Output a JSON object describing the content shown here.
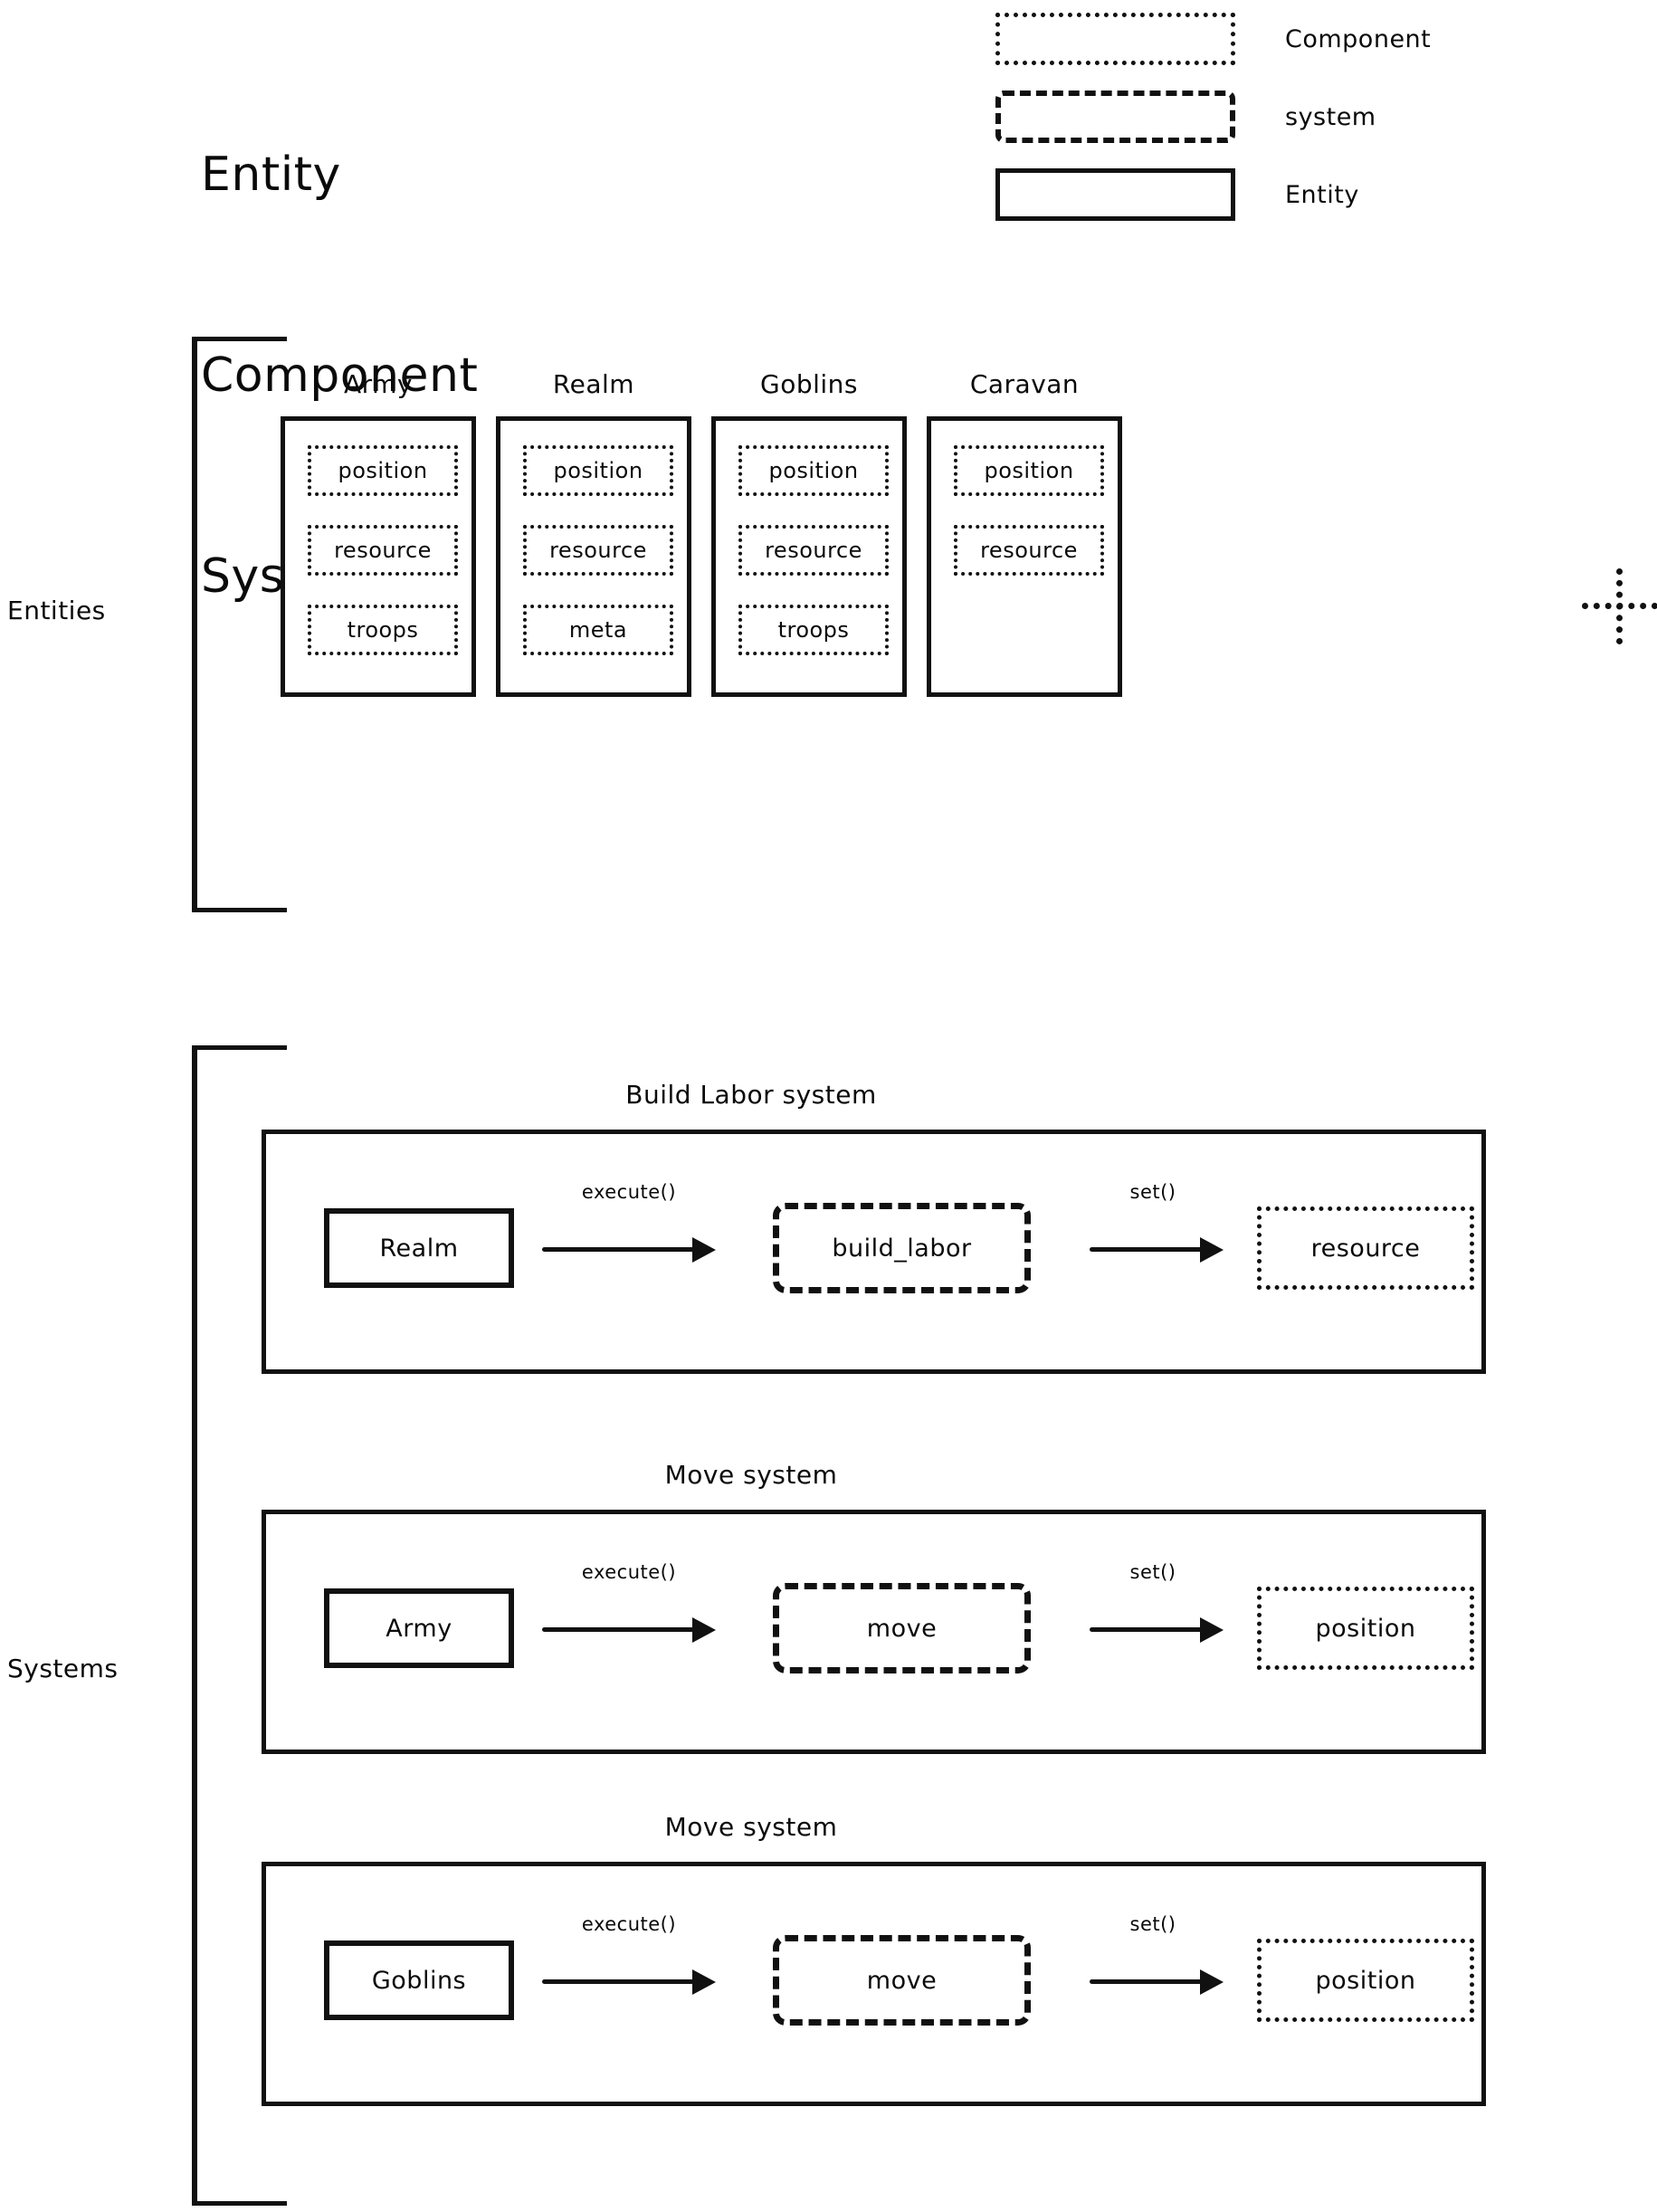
{
  "title": {
    "line1": "Entity",
    "line2": "Component",
    "line3": "System"
  },
  "legend": {
    "items": [
      {
        "style": "dotted",
        "label": "Component"
      },
      {
        "style": "dashed",
        "label": "system"
      },
      {
        "style": "solid",
        "label": "Entity"
      }
    ]
  },
  "entities": {
    "section_label": "Entities",
    "cards": [
      {
        "name": "Army",
        "components": [
          "position",
          "resource",
          "troops"
        ]
      },
      {
        "name": "Realm",
        "components": [
          "position",
          "resource",
          "meta"
        ]
      },
      {
        "name": "Goblins",
        "components": [
          "position",
          "resource",
          "troops"
        ]
      },
      {
        "name": "Caravan",
        "components": [
          "position",
          "resource",
          ""
        ]
      }
    ],
    "more_marker": "dotted-plus-icon"
  },
  "systems": {
    "section_label": "Systems",
    "rows": [
      {
        "title": "Build Labor system",
        "entity": "Realm",
        "execute_label": "execute()",
        "system": "build_labor",
        "set_label": "set()",
        "component": "resource"
      },
      {
        "title": "Move system",
        "entity": "Army",
        "execute_label": "execute()",
        "system": "move",
        "set_label": "set()",
        "component": "position"
      },
      {
        "title": "Move system",
        "entity": "Goblins",
        "execute_label": "execute()",
        "system": "move",
        "set_label": "set()",
        "component": "position"
      }
    ]
  },
  "colors": {
    "ink": "#111111",
    "background": "#ffffff"
  }
}
